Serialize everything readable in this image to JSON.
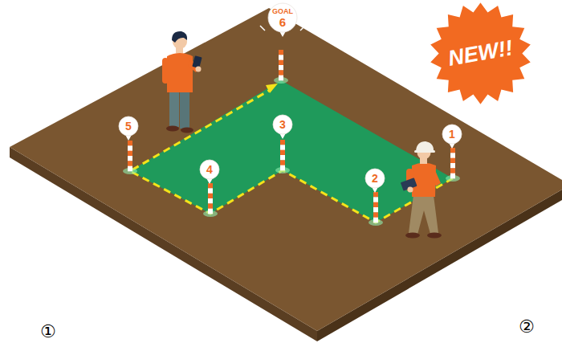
{
  "diagram": {
    "nodes": [
      {
        "text": [
          "GOAL",
          "6"
        ]
      },
      {
        "text": [
          "NEW!!"
        ]
      },
      {
        "text": [
          "5"
        ]
      },
      {
        "text": [
          "3"
        ]
      },
      {
        "text": [
          "1"
        ]
      },
      {
        "text": [
          "4"
        ]
      },
      {
        "text": [
          "2"
        ]
      }
    ],
    "labels": [
      "①",
      "②"
    ]
  }
}
